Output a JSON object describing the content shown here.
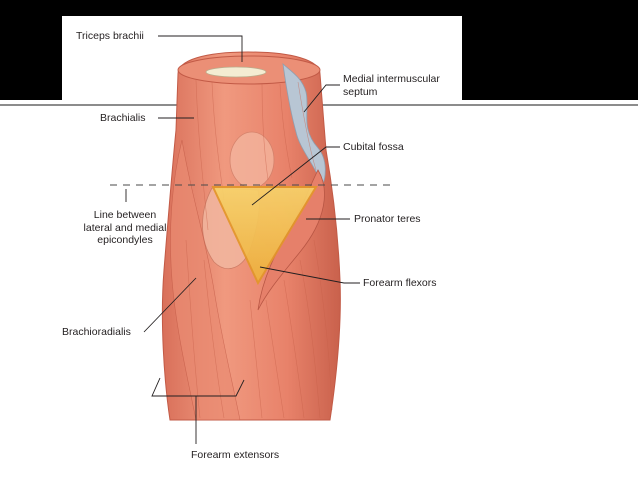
{
  "labels": {
    "triceps_brachii": "Triceps brachii",
    "brachialis": "Brachialis",
    "medial_intermuscular_septum": [
      "Medial intermuscular",
      "septum"
    ],
    "cubital_fossa": "Cubital fossa",
    "line_between_epicondyles": [
      "Line between",
      "lateral and medial",
      "epicondyles"
    ],
    "pronator_teres": "Pronator teres",
    "forearm_flexors": "Forearm flexors",
    "brachioradialis": "Brachioradialis",
    "forearm_extensors": "Forearm extensors"
  },
  "colors": {
    "muscle": "#e8826a",
    "muscle_light": "#f2a489",
    "muscle_dark": "#c9614c",
    "fossa_fill": "#f3c24a",
    "fossa_outline": "#e3962a",
    "septum": "#b8c6d4",
    "leader_line": "#231f20",
    "frame": "#000000"
  }
}
